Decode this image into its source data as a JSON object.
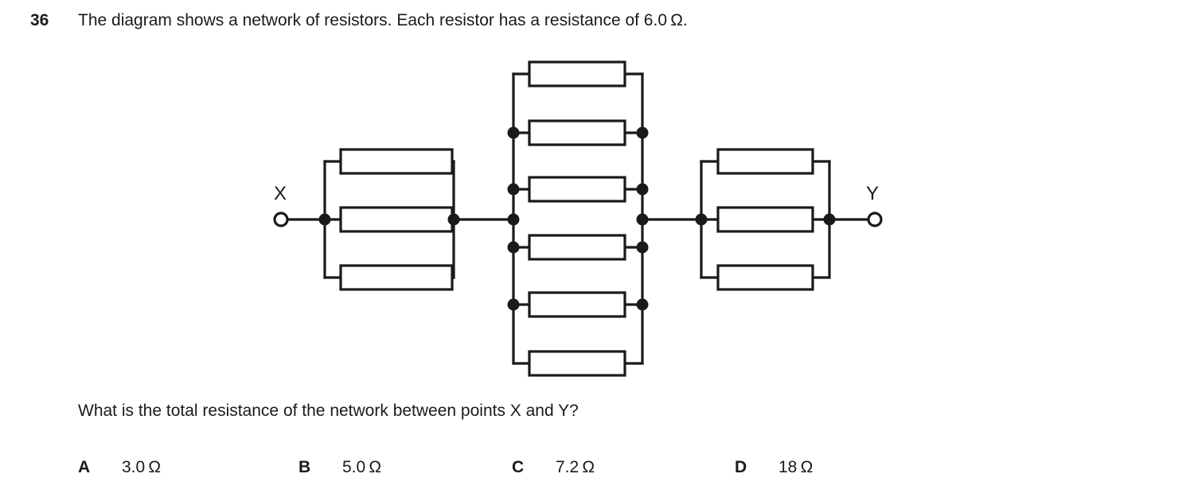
{
  "question": {
    "number": "36",
    "stem": "The diagram shows a network of resistors. Each resistor has a resistance of 6.0 Ω.",
    "prompt": "What is the total resistance of the network between points X and Y?"
  },
  "options": [
    {
      "letter": "A",
      "value": "3.0 Ω"
    },
    {
      "letter": "B",
      "value": "5.0 Ω"
    },
    {
      "letter": "C",
      "value": "7.2 Ω"
    },
    {
      "letter": "D",
      "value": "18 Ω"
    }
  ],
  "diagram": {
    "terminal_left_label": "X",
    "terminal_right_label": "Y",
    "resistor_value": "6.0 Ω",
    "stroke_color": "#1a1a1a",
    "fill_color": "#ffffff",
    "groups": [
      {
        "name": "left-group",
        "resistor_count": 3
      },
      {
        "name": "middle-group",
        "resistor_count": 6
      },
      {
        "name": "right-group",
        "resistor_count": 3
      }
    ],
    "total_resistors": 12
  }
}
